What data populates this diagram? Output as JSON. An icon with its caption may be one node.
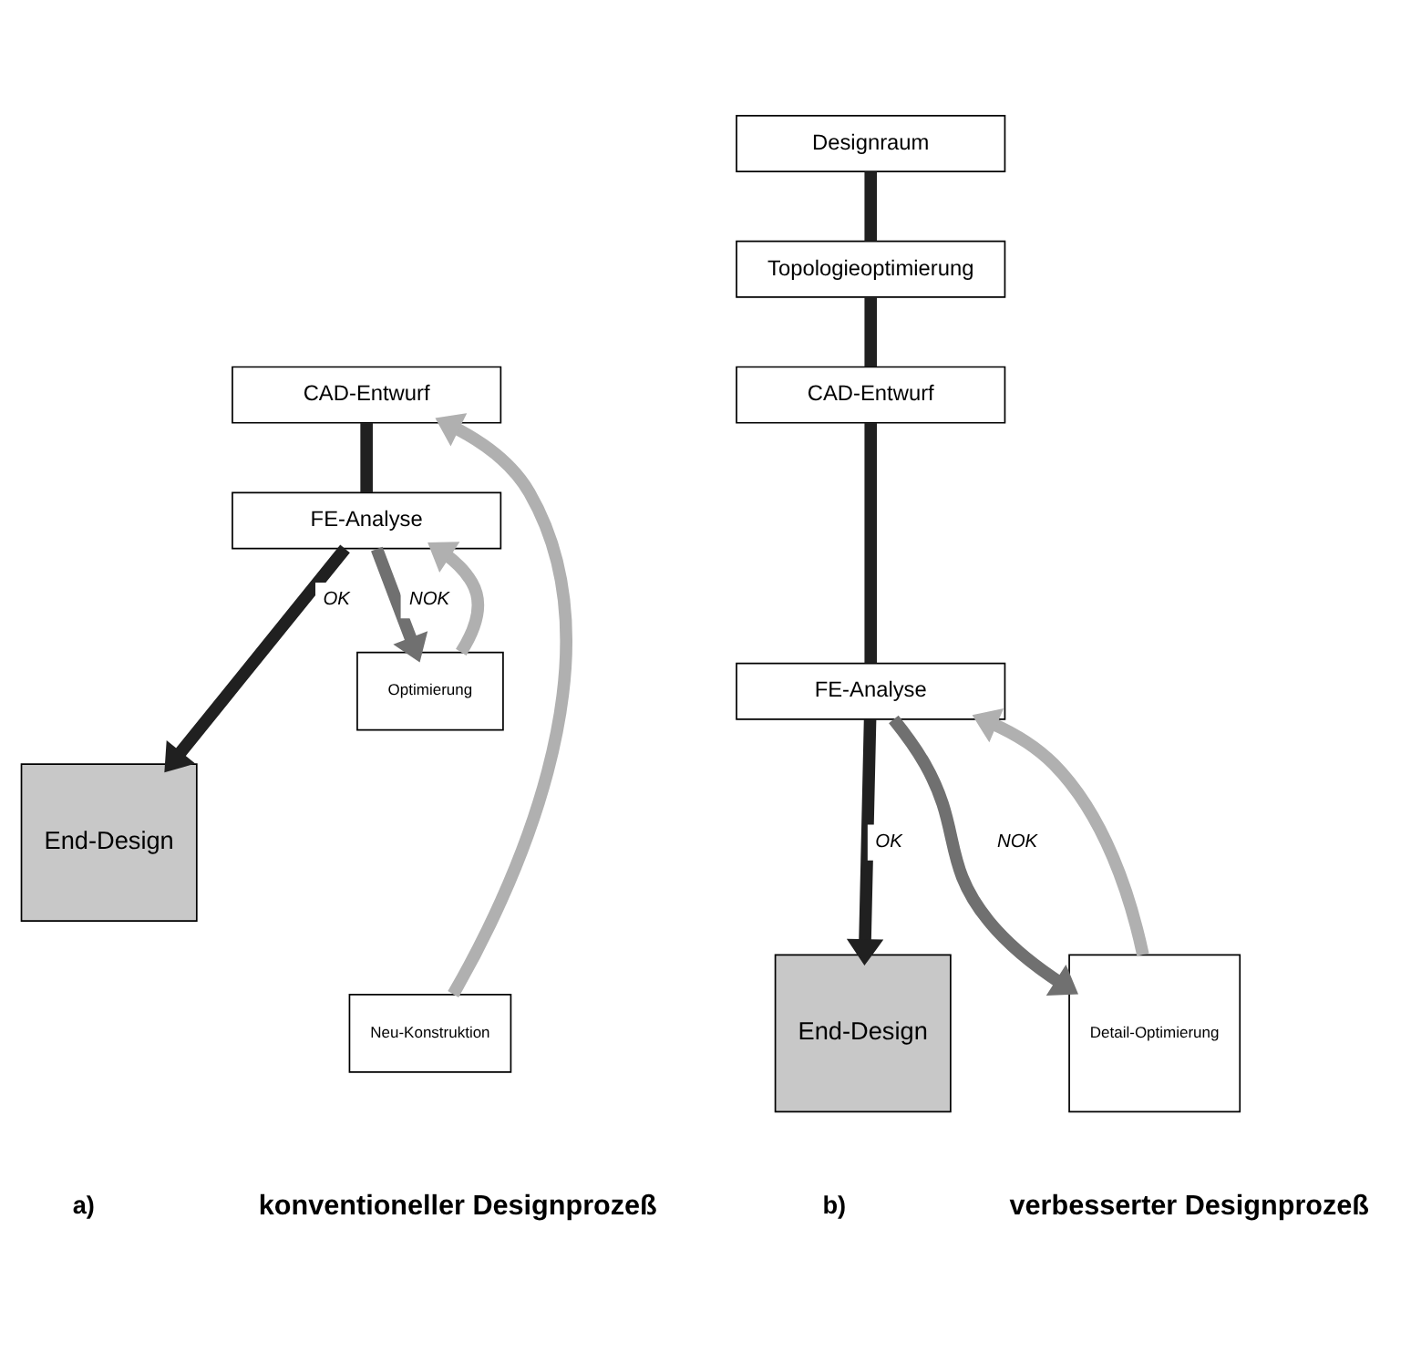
{
  "diagram": {
    "nodes": [
      {
        "text": [
          "CAD-Entwurf"
        ]
      },
      {
        "text": [
          "FE-Analyse"
        ]
      },
      {
        "text": [
          "End-Design"
        ]
      },
      {
        "text": [
          "Optimierung"
        ]
      },
      {
        "text": [
          "Neu-Konstruktion"
        ]
      },
      {
        "text": [
          "Designraum"
        ]
      },
      {
        "text": [
          "Topologieoptimierung"
        ]
      },
      {
        "text": [
          "CAD-Entwurf"
        ]
      },
      {
        "text": [
          "FE-Analyse"
        ]
      },
      {
        "text": [
          "End-Design"
        ]
      },
      {
        "text": [
          "Detail-Optimierung"
        ]
      }
    ],
    "edges": [
      {
        "from": 0,
        "to": 1,
        "arrow": "none"
      },
      {
        "from": 1,
        "to": 2,
        "arrow": "to",
        "label": "OK"
      },
      {
        "from": 1,
        "to": 3,
        "arrow": "to",
        "label": "NOK",
        "color": "#707070"
      },
      {
        "from": 3,
        "to": 1,
        "arrow": "to",
        "color": "#b0b0b0"
      },
      {
        "from": 4,
        "to": 0,
        "arrow": "to",
        "color": "#b0b0b0"
      },
      {
        "from": 5,
        "to": 6,
        "arrow": "none"
      },
      {
        "from": 6,
        "to": 7,
        "arrow": "none"
      },
      {
        "from": 7,
        "to": 8,
        "arrow": "none"
      },
      {
        "from": 8,
        "to": 9,
        "arrow": "to",
        "label": "OK"
      },
      {
        "from": 8,
        "to": 10,
        "arrow": "to",
        "label": "NOK",
        "color": "#707070"
      },
      {
        "from": 10,
        "to": 8,
        "arrow": "to",
        "color": "#b0b0b0"
      }
    ],
    "labels": [
      "a)",
      "konventioneller Designprozeß",
      "b)",
      "verbesserter Designprozeß"
    ]
  }
}
